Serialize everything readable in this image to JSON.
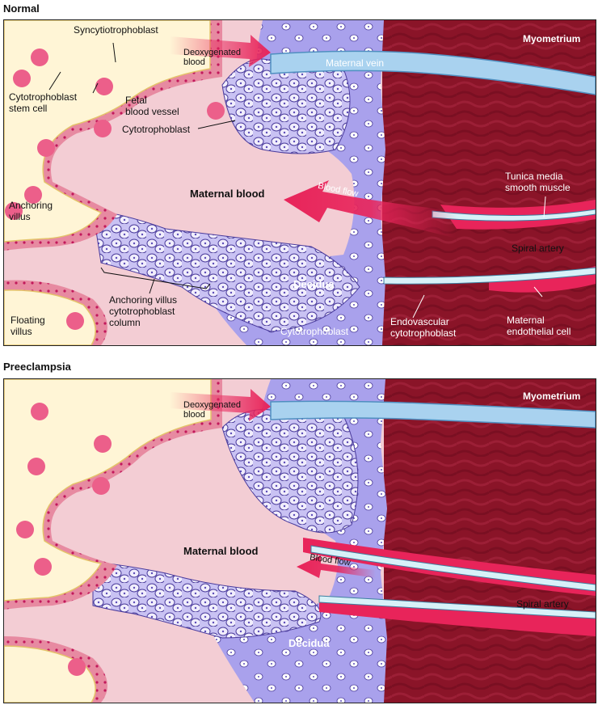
{
  "normal": {
    "title": "Normal",
    "labels": {
      "syncytiotrophoblast": "Syncytiotrophoblast",
      "deoxygenated_blood": "Deoxygenated\nblood",
      "maternal_vein": "Maternal vein",
      "myometrium": "Myometrium",
      "cytotrophoblast_stem_cell": "Cytotrophoblast\nstem cell",
      "fetal_blood_vessel": "Fetal\nblood vessel",
      "cytotrophoblast": "Cytotrophoblast",
      "anchoring_villus": "Anchoring\nvillus",
      "maternal_blood": "Maternal blood",
      "blood_flow": "Blood flow",
      "tunica_media": "Tunica media\nsmooth muscle",
      "spiral_artery": "Spiral artery",
      "floating_villus": "Floating\nvillus",
      "anchoring_column": "Anchoring villus\ncytotrophoblast\ncolumn",
      "decidua": "Decidua",
      "decidua_cytotrophoblast": "Cytotrophoblast",
      "endovascular": "Endovascular\ncytotrophoblast",
      "endothelial": "Maternal\nendothelial cell"
    }
  },
  "preeclampsia": {
    "title": "Preeclampsia",
    "labels": {
      "deoxygenated_blood": "Deoxygenated\nblood",
      "myometrium": "Myometrium",
      "maternal_blood": "Maternal blood",
      "blood_flow": "Blood flow",
      "spiral_artery": "Spiral artery",
      "decidua": "Decidua"
    }
  },
  "colors": {
    "myometrium": "#8a1428",
    "decidua": "#a9a1ec",
    "maternal_blood": "#f3cdd4",
    "villus_core": "#fff5d6",
    "syncytio": "#e78aa1",
    "arrow": "#e8245a",
    "vein": "#a9d2ef",
    "artery_muscle": "#e8245a",
    "endothelium": "#d8f1f8"
  }
}
